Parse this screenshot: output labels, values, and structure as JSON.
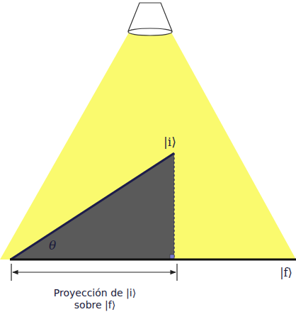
{
  "diagram": {
    "labels": [
      "|i⟩",
      "θ",
      "|f⟩",
      "Proyección de |i⟩ sobre |f⟩"
    ]
  }
}
